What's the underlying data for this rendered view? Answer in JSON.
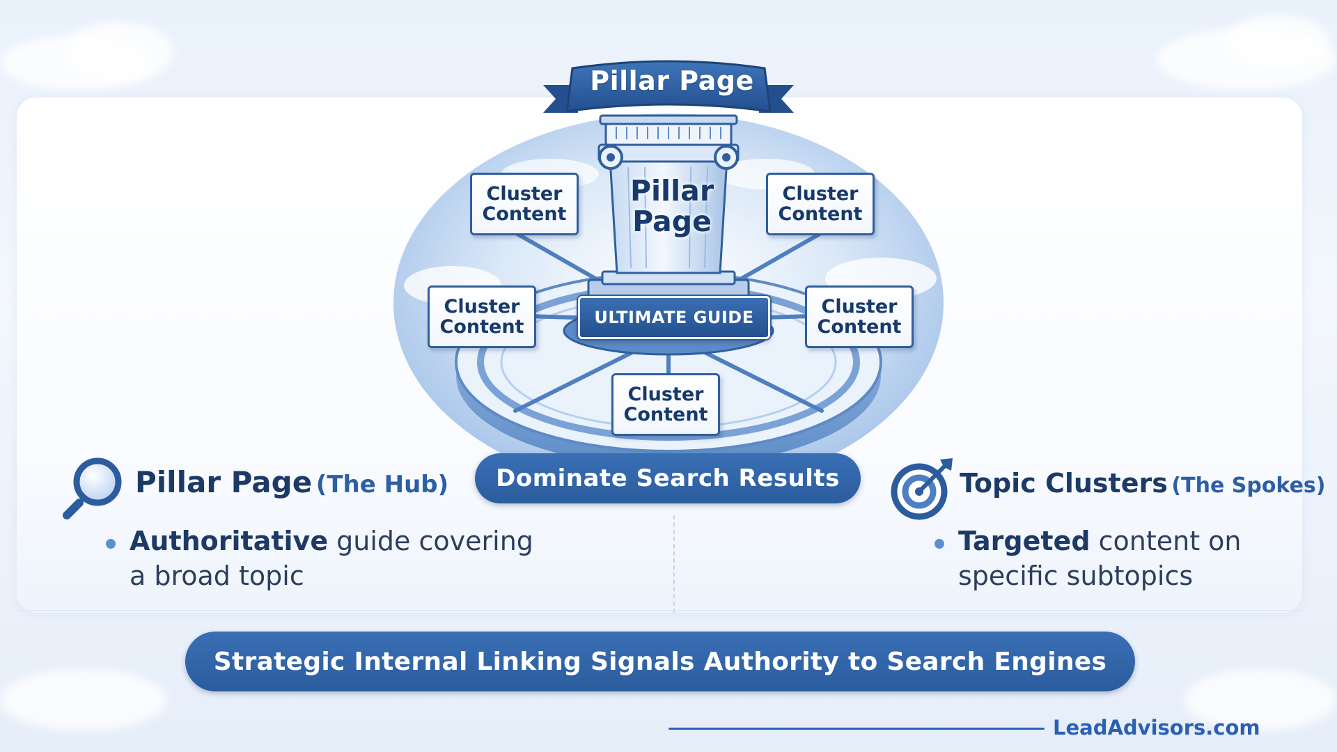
{
  "diagram": {
    "ribbon_title": "Pillar Page",
    "column_title": "Pillar Page",
    "guide_label": "ULTIMATE GUIDE",
    "cluster_labels": [
      "Cluster Content",
      "Cluster Content",
      "Cluster Content",
      "Cluster Content",
      "Cluster Content"
    ],
    "cta_label": "Dominate Search Results"
  },
  "left": {
    "title": "Pillar Page",
    "subtitle": "(The Hub)",
    "bullet_bold": "Authoritative",
    "bullet_rest": " guide covering",
    "bullet_line2": "a broad topic",
    "icon": "magnifying-glass-icon"
  },
  "right": {
    "title": "Topic Clusters",
    "subtitle": "(The Spokes)",
    "bullet_bold": "Targeted",
    "bullet_rest": " content on",
    "bullet_line2": "specific subtopics",
    "icon": "target-arrow-icon"
  },
  "bottom_banner": "Strategic Internal Linking Signals Authority to Search Engines",
  "footer": {
    "brand": "LeadAdvisors.com"
  },
  "colors": {
    "primary": "#2b5c9d",
    "dark_text": "#1d3a66",
    "accent_blue": "#5b8fcf",
    "background": "#eef4fc"
  }
}
